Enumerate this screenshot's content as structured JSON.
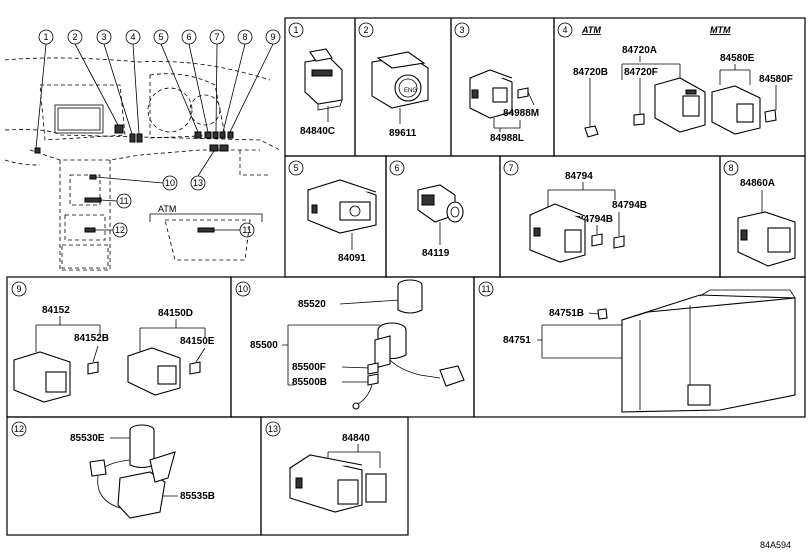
{
  "overview": {
    "callouts": [
      "1",
      "2",
      "3",
      "4",
      "5",
      "6",
      "7",
      "8",
      "9",
      "10",
      "11",
      "12",
      "13"
    ],
    "atm_label": "ATM"
  },
  "panels": [
    {
      "id": "1",
      "parts": [
        "84840C"
      ]
    },
    {
      "id": "2",
      "parts": [
        "89611"
      ]
    },
    {
      "id": "3",
      "parts": [
        "84988M",
        "84988L"
      ]
    },
    {
      "id": "4",
      "atm": "ATM",
      "mtm": "MTM",
      "parts": [
        "84720A",
        "84720B",
        "84720F",
        "84580E",
        "84580F"
      ]
    },
    {
      "id": "5",
      "parts": [
        "84091"
      ]
    },
    {
      "id": "6",
      "parts": [
        "84119"
      ]
    },
    {
      "id": "7",
      "parts": [
        "84794",
        "84794B"
      ]
    },
    {
      "id": "8",
      "parts": [
        "84860A"
      ]
    },
    {
      "id": "9",
      "parts": [
        "84152",
        "84152B",
        "84150D",
        "84150E"
      ]
    },
    {
      "id": "10",
      "parts": [
        "85520",
        "85500",
        "85500F",
        "85500B"
      ]
    },
    {
      "id": "11",
      "parts": [
        "84751B",
        "84751"
      ]
    },
    {
      "id": "12",
      "parts": [
        "85530E",
        "85535B"
      ]
    },
    {
      "id": "13",
      "parts": [
        "84840"
      ]
    }
  ],
  "diagram_code": "84A594"
}
